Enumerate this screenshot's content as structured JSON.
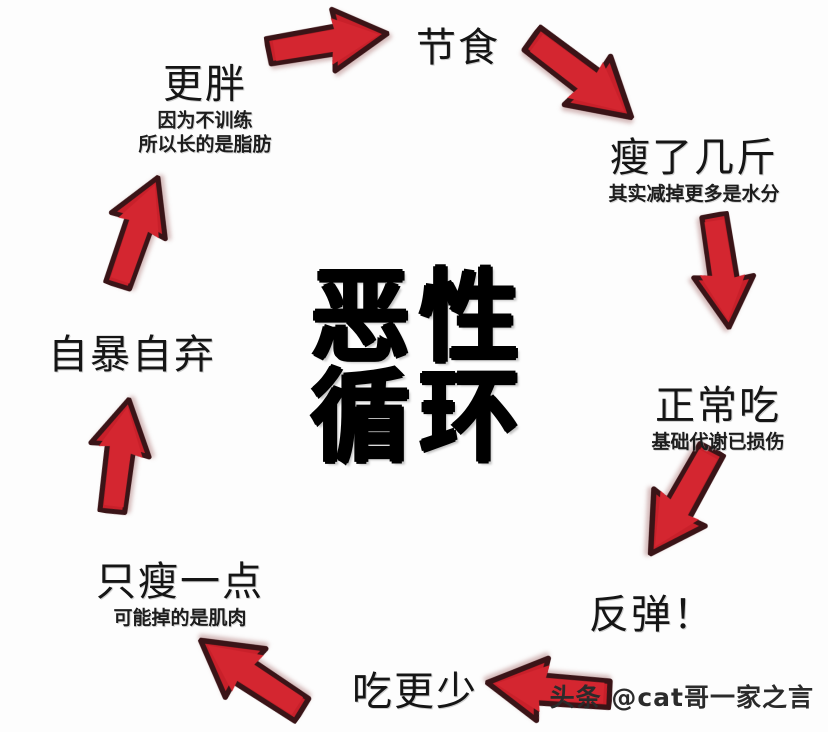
{
  "diagram": {
    "center_text": "恶性循环",
    "center_chars": [
      "恶",
      "性",
      "循",
      "环"
    ],
    "arrow_color": "#c8202a",
    "arrow_shadow_color": "#3a1417",
    "text_color": "#151515",
    "background_color": "#fdfdfd",
    "nodes": [
      {
        "id": "jieshi",
        "title": "节食",
        "sub": ""
      },
      {
        "id": "shoulejijin",
        "title": "瘦了几斤",
        "sub": "其实减掉更多是水分"
      },
      {
        "id": "zhengchangchi",
        "title": "正常吃",
        "sub": "基础代谢已损伤"
      },
      {
        "id": "fantan",
        "title": "反弹！",
        "sub": ""
      },
      {
        "id": "chigengshao",
        "title": "吃更少",
        "sub": ""
      },
      {
        "id": "zhishouyidian",
        "title": "只瘦一点",
        "sub": "可能掉的是肌肉"
      },
      {
        "id": "zibaoziqi",
        "title": "自暴自弃",
        "sub": ""
      },
      {
        "id": "gengpang",
        "title": "更胖",
        "sub": "因为不训练\n所以长的是脂肪"
      }
    ],
    "node_subs_gengpang": [
      "因为不训练",
      "所以长的是脂肪"
    ],
    "arrows": [
      {
        "id": "arrow-gengpang-to-jieshi",
        "direction": "right"
      },
      {
        "id": "arrow-jieshi-to-shoule",
        "direction": "down-right"
      },
      {
        "id": "arrow-shoule-to-zhengchangchi",
        "direction": "down"
      },
      {
        "id": "arrow-zhengchangchi-to-fantan",
        "direction": "down-left"
      },
      {
        "id": "arrow-fantan-to-chigengshao",
        "direction": "left"
      },
      {
        "id": "arrow-chigengshao-to-zhishou",
        "direction": "up-left"
      },
      {
        "id": "arrow-zhishou-to-zibaoziqi",
        "direction": "up"
      },
      {
        "id": "arrow-zibaoziqi-to-gengpang",
        "direction": "up-right"
      }
    ]
  },
  "watermark": {
    "text": "头条 @cat哥一家之言"
  }
}
